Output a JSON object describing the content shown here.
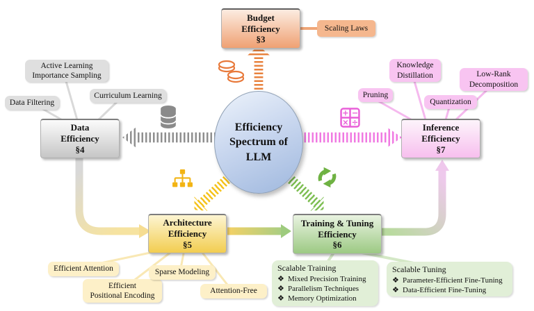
{
  "center": {
    "label": "Efficiency\nSpectrum of\nLLM"
  },
  "budget": {
    "label": "Budget\nEfficiency\n§3",
    "satellites": {
      "scaling_laws": "Scaling Laws"
    }
  },
  "data_eff": {
    "label": "Data\nEfficiency\n§4",
    "satellites": {
      "active_learning": "Active Learning\nImportance Sampling",
      "data_filtering": "Data Filtering",
      "curriculum_learning": "Curriculum Learning"
    }
  },
  "inference": {
    "label": "Inference\nEfficiency\n§7",
    "satellites": {
      "knowledge_distillation": "Knowledge\nDistillation",
      "pruning": "Pruning",
      "quantization": "Quantization",
      "low_rank": "Low-Rank\nDecomposition"
    }
  },
  "architecture": {
    "label": "Architecture\nEfficiency\n§5",
    "satellites": {
      "efficient_attention": "Efficient Attention",
      "efficient_positional_encoding": "Efficient\nPositional Encoding",
      "sparse_modeling": "Sparse Modeling",
      "attention_free": "Attention-Free"
    }
  },
  "training": {
    "label": "Training & Tuning\nEfficiency\n§6",
    "scalable_training": {
      "title": "Scalable Training",
      "bullet": "❖",
      "items": [
        "Mixed Precision Training",
        "Parallelism Techniques",
        "Memory Optimization"
      ]
    },
    "scalable_tuning": {
      "title": "Scalable Tuning",
      "bullet": "❖",
      "items": [
        "Parameter-Efficient Fine-Tuning",
        "Data-Efficient Fine-Tuning"
      ]
    }
  },
  "icons": {
    "coins": {
      "name": "coins-icon",
      "color": "#e8793a"
    },
    "database": {
      "name": "database-icon",
      "color": "#8a8a8a"
    },
    "calculator": {
      "name": "calculator-icon",
      "color": "#e95fd8",
      "glyphs": [
        "+",
        "−",
        "×",
        "÷"
      ]
    },
    "org_chart": {
      "name": "org-chart-icon",
      "color": "#f2b414"
    },
    "refresh": {
      "name": "refresh-cycle-icon",
      "color": "#6fb243"
    }
  },
  "colors": {
    "budget_accent": "#e8823e",
    "data_accent": "#8f8f8f",
    "inference_accent": "#f07ae2",
    "architecture_accent": "#f5c31d",
    "training_accent": "#7fbf54",
    "center_fill": "#b6c9e8"
  }
}
